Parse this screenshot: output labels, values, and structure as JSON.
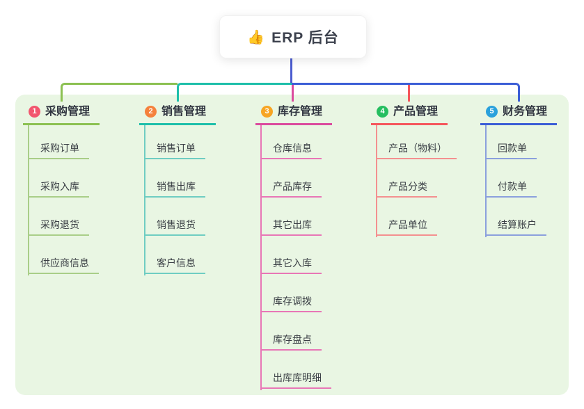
{
  "root": {
    "icon": "👍",
    "title": "ERP 后台"
  },
  "canvas": {
    "background": "#ffffff",
    "panel_background": "#e9f6e3",
    "root_connector_color": "#4c5dd0"
  },
  "branches": [
    {
      "num": "1",
      "label": "采购管理",
      "badge_color": "#f2566e",
      "line_color": "#8cc152",
      "child_line_color": "#a9ce88",
      "children": [
        "采购订单",
        "采购入库",
        "采购退货",
        "供应商信息"
      ]
    },
    {
      "num": "2",
      "label": "销售管理",
      "badge_color": "#f5813c",
      "line_color": "#1ebfaa",
      "child_line_color": "#6fcdc2",
      "children": [
        "销售订单",
        "销售出库",
        "销售退货",
        "客户信息"
      ]
    },
    {
      "num": "3",
      "label": "库存管理",
      "badge_color": "#f7a524",
      "line_color": "#db4b9e",
      "child_line_color": "#e876b6",
      "children": [
        "仓库信息",
        "产品库存",
        "其它出库",
        "其它入库",
        "库存调拨",
        "库存盘点",
        "出库库明细"
      ]
    },
    {
      "num": "4",
      "label": "产品管理",
      "badge_color": "#25be5f",
      "line_color": "#f5575c",
      "child_line_color": "#f49090",
      "children": [
        "产品（物料）",
        "产品分类",
        "产品单位"
      ]
    },
    {
      "num": "5",
      "label": "财务管理",
      "badge_color": "#2aa1dc",
      "line_color": "#3c5ed6",
      "child_line_color": "#8ba0dd",
      "children": [
        "回款单",
        "付款单",
        "结算账户"
      ]
    }
  ]
}
